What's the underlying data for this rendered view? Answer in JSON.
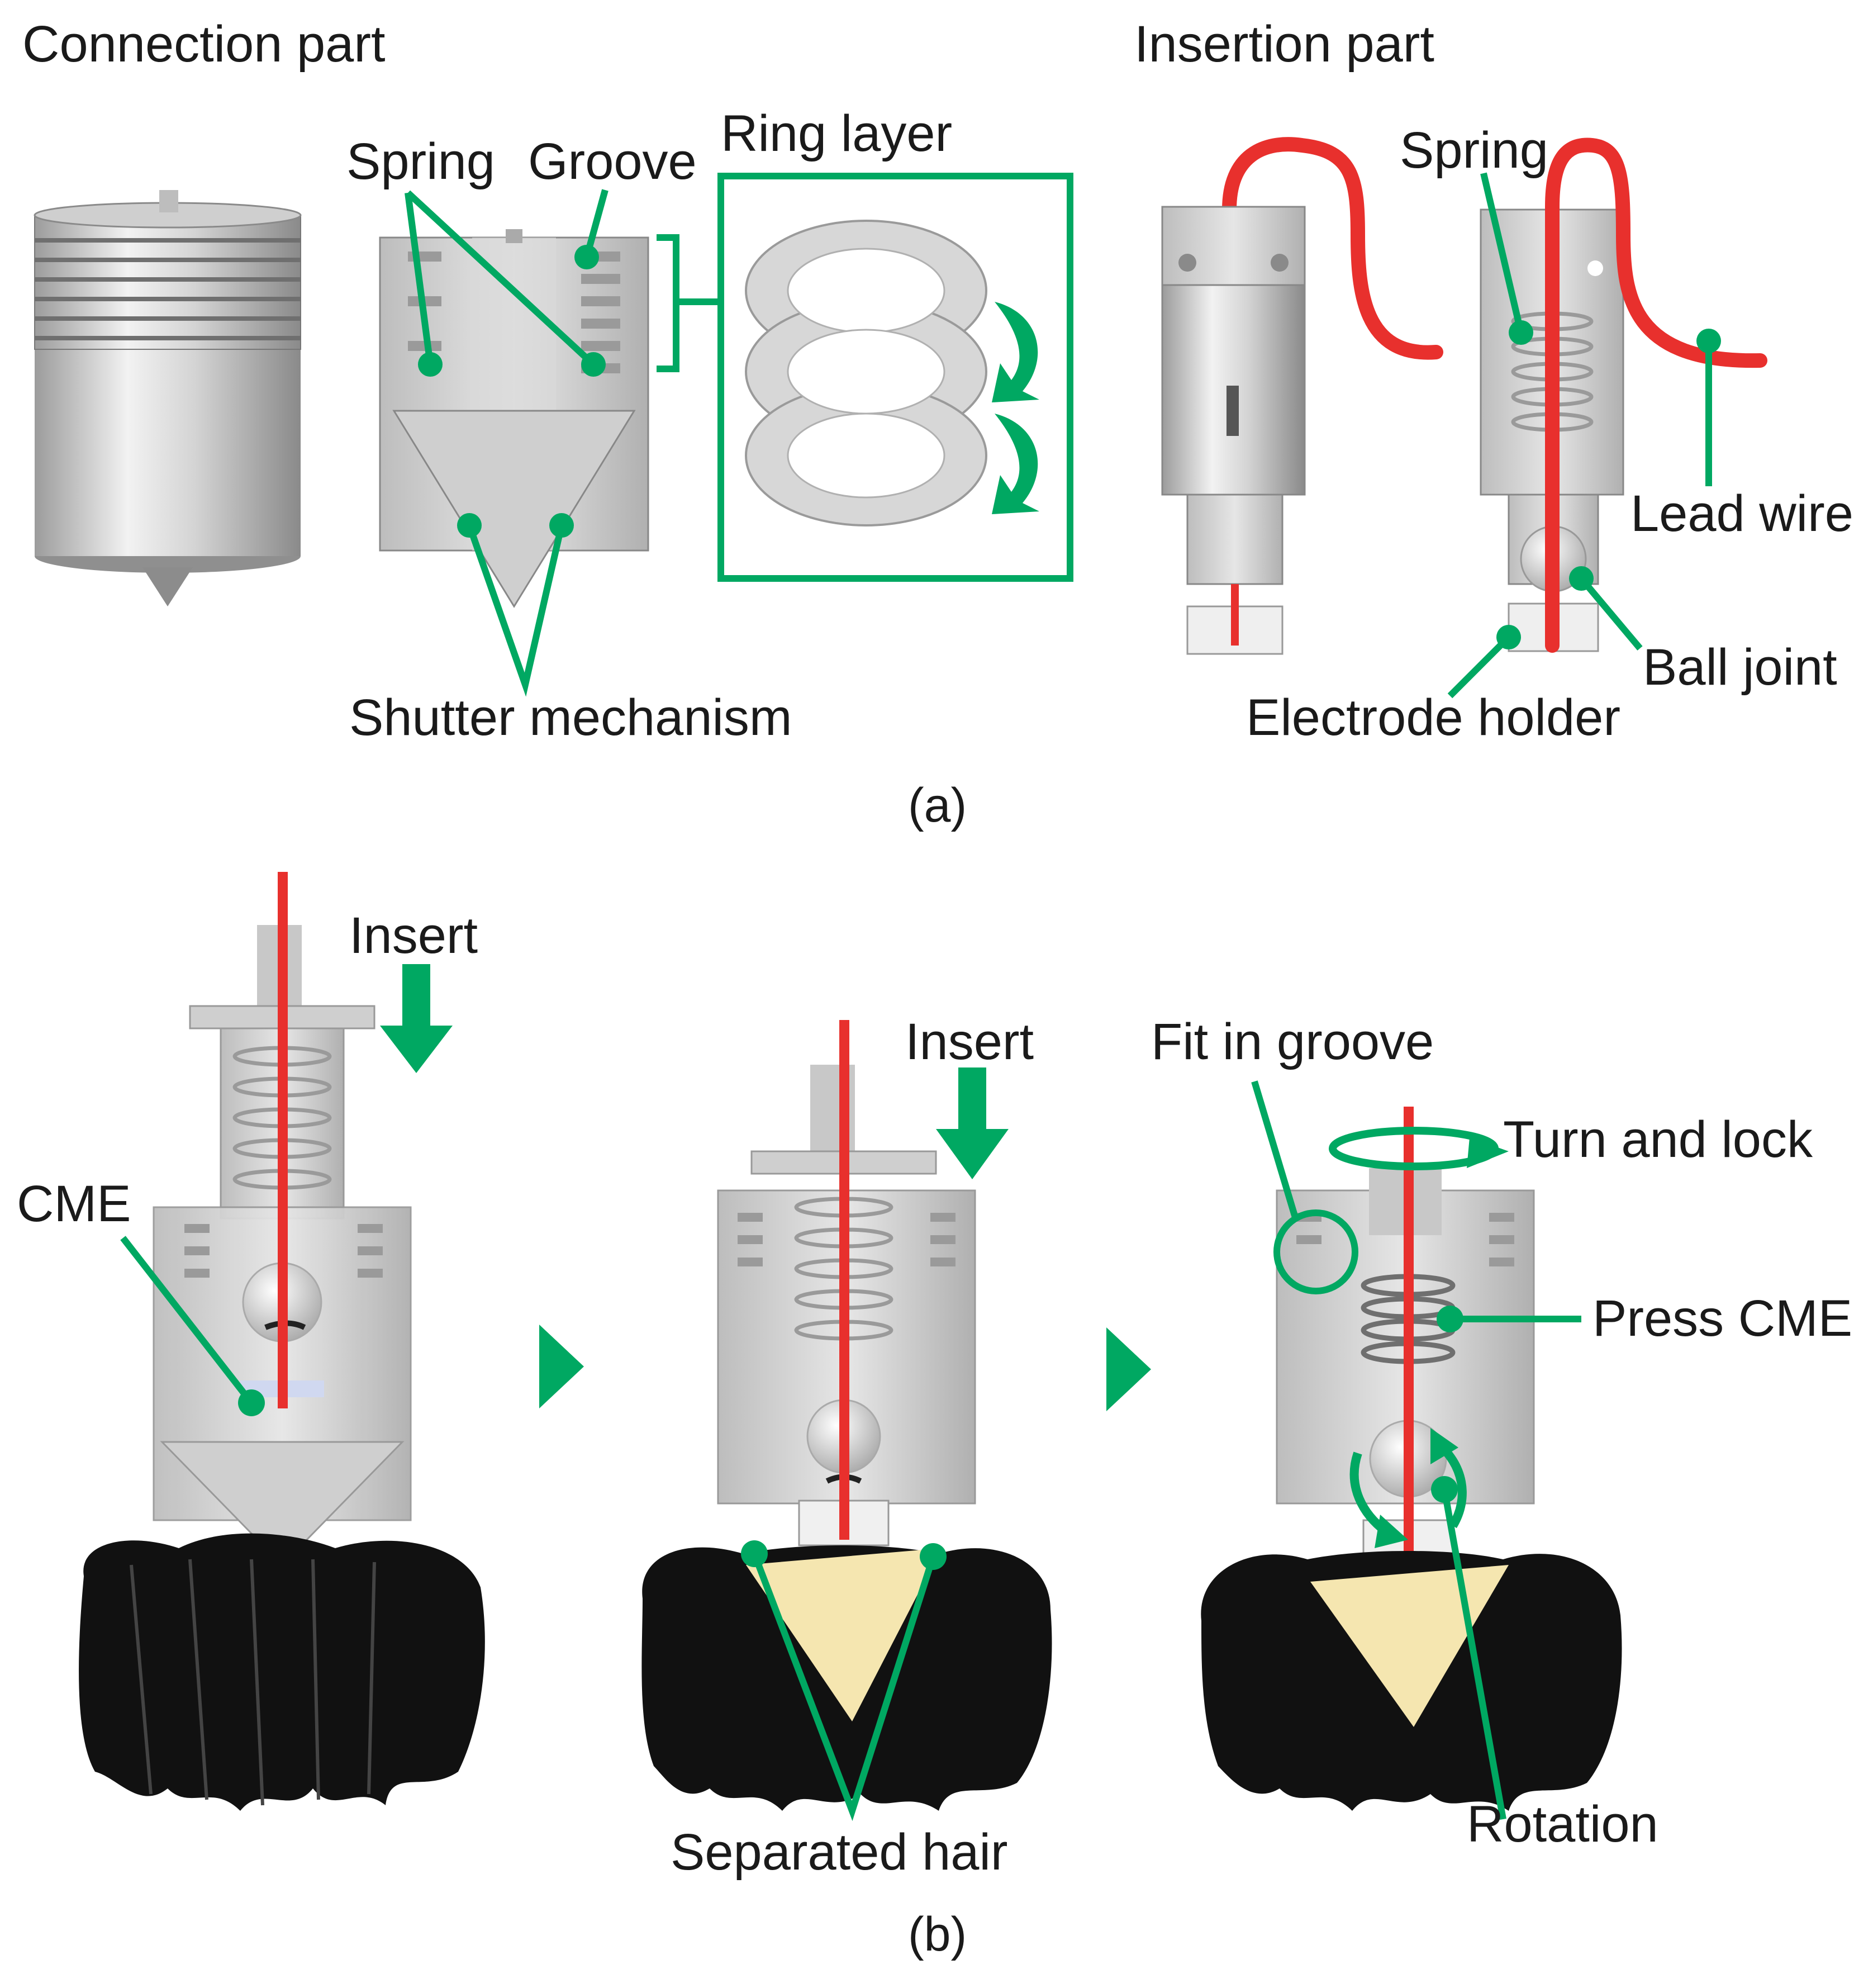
{
  "panel_a": {
    "title_connection": "Connection part",
    "title_insertion": "Insertion part",
    "label_spring_left": "Spring",
    "label_groove": "Groove",
    "label_ring_layer": "Ring layer",
    "label_shutter": "Shutter mechanism",
    "label_spring_right": "Spring",
    "label_lead_wire": "Lead wire",
    "label_ball_joint": "Ball joint",
    "label_electrode_holder": "Electrode holder",
    "caption": "(a)"
  },
  "panel_b": {
    "label_insert_1": "Insert",
    "label_cme": "CME",
    "label_insert_2": "Insert",
    "label_separated_hair": "Separated hair",
    "label_fit_in_groove": "Fit in groove",
    "label_turn_and_lock": "Turn and lock",
    "label_press_cme": "Press CME",
    "label_rotation": "Rotation",
    "caption": "(b)"
  },
  "colors": {
    "accent": "#00a862",
    "lead_wire": "#e8302d",
    "metal_light": "#d9d9d9",
    "metal_dark": "#9a9a9a",
    "hair": "#111111",
    "scalp": "#f5e6b0"
  },
  "icons": [
    "curved-arrow-icon",
    "down-arrow-icon",
    "step-triangle-icon",
    "rotation-arrow-icon"
  ]
}
